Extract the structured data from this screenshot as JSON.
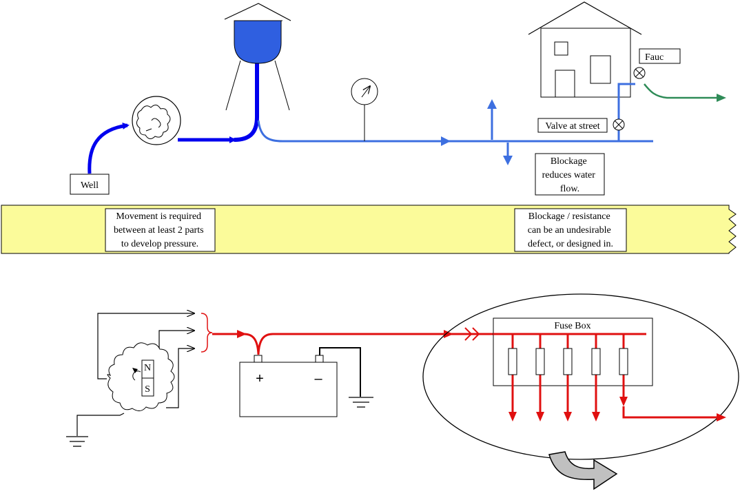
{
  "water": {
    "labels": {
      "well": "Well",
      "faucet": "Fauc",
      "valve": "Valve at street",
      "blockage": [
        "Blockage",
        "reduces water",
        "flow."
      ]
    },
    "colors": {
      "well_pipe": "#0000ee",
      "main_pipe": "#3d6fe0",
      "outflow": "#2e8b57"
    }
  },
  "banner": {
    "color": "#fbfb9a",
    "left_note": [
      "Movement is required",
      "between at least 2 parts",
      "to develop pressure."
    ],
    "right_note": [
      "Blockage / resistance",
      "can be an undesirable",
      "defect, or designed in."
    ]
  },
  "electric": {
    "fuse_box_label": "Fuse Box",
    "battery": {
      "plus": "+",
      "minus": "–"
    },
    "magnet": {
      "north": "N",
      "south": "S"
    },
    "colors": {
      "wire": "#e01010",
      "big_arrow": "#c0c0c0"
    }
  }
}
